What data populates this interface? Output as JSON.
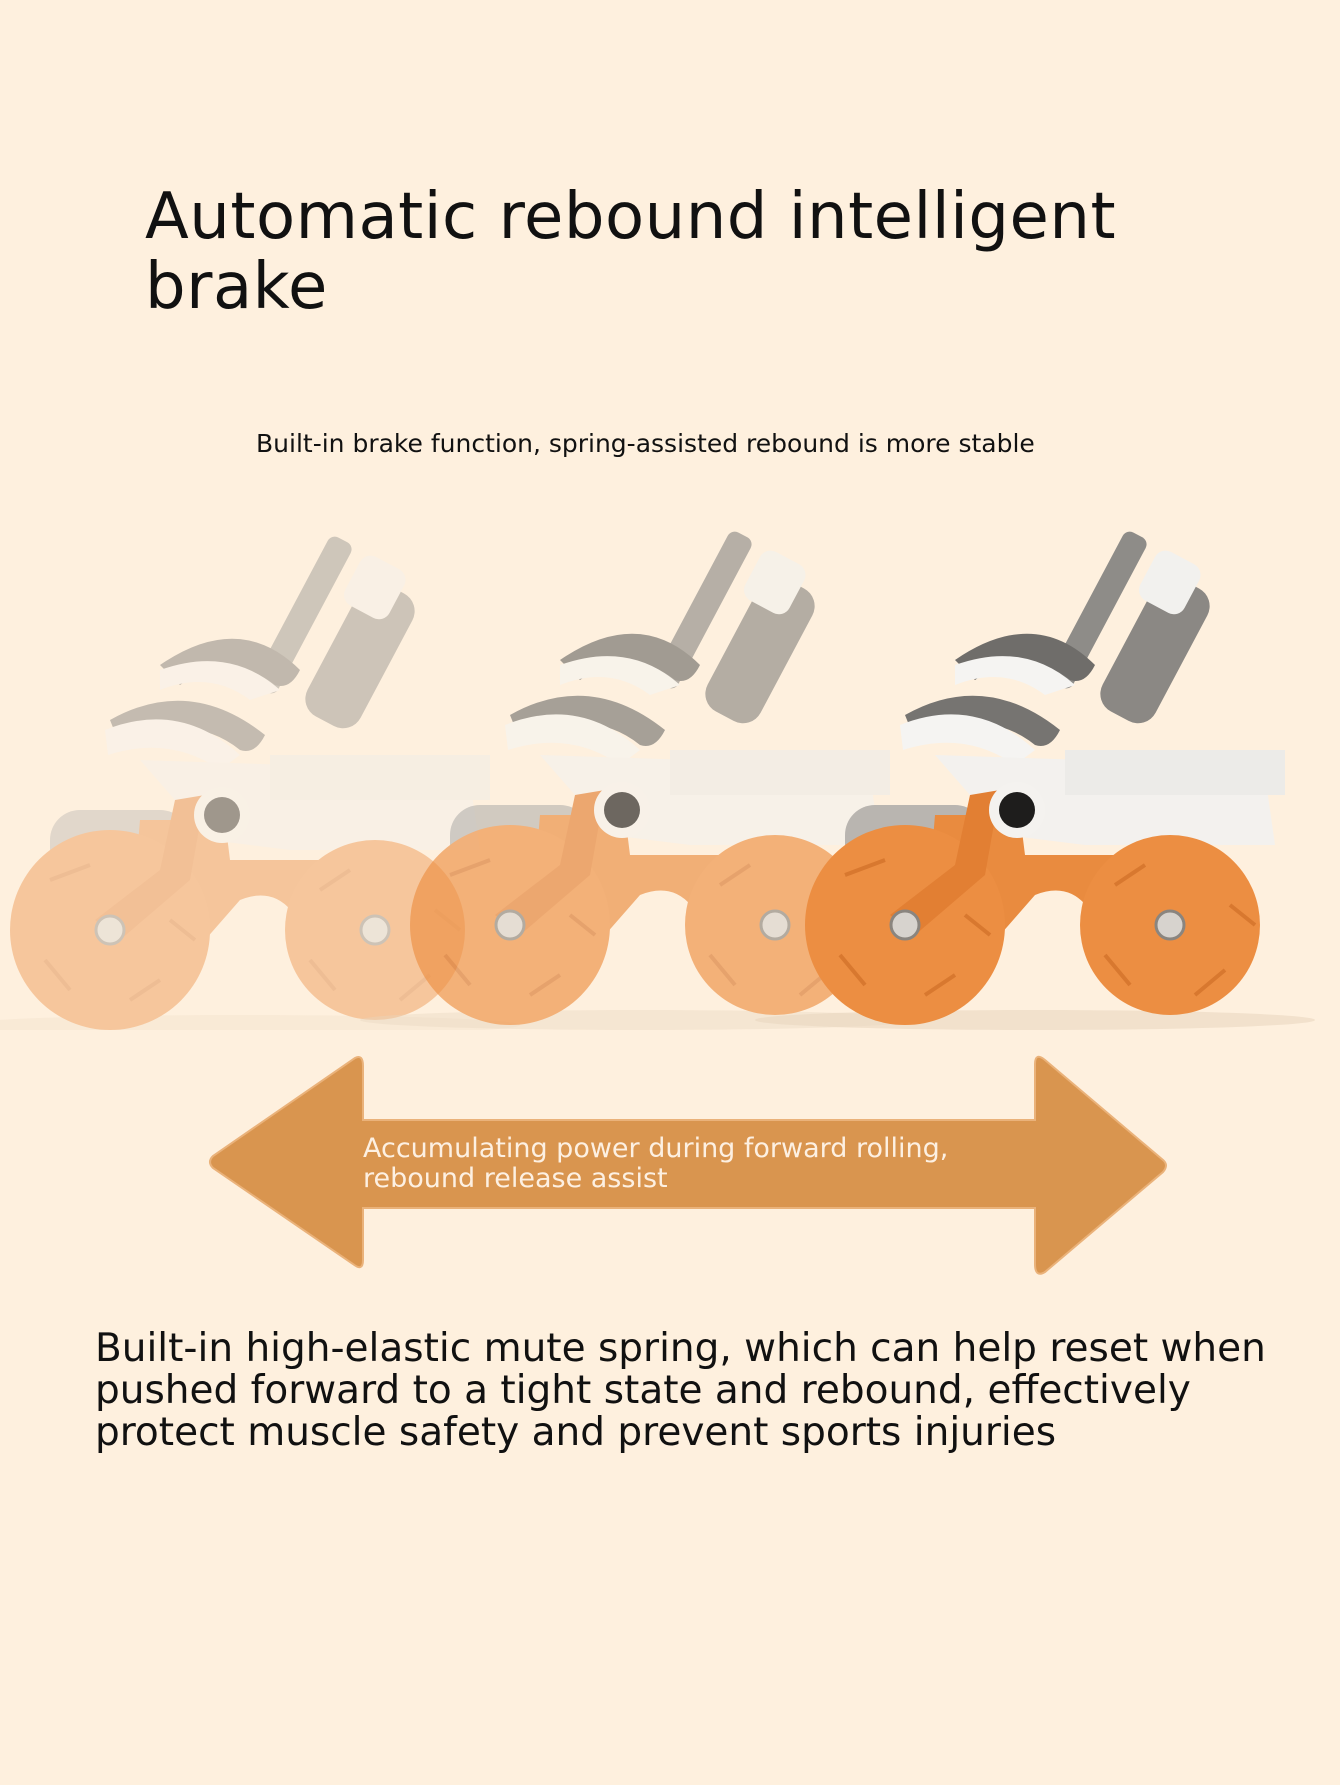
{
  "header": {
    "title": "Automatic rebound intelligent brake",
    "subtitle": "Built-in brake function, spring-assisted rebound is more stable"
  },
  "product_illustration": {
    "description": "Three ab-roller positions showing rolling motion (faded to solid)",
    "frames": [
      {
        "opacity": 0.45,
        "label": "frame-1"
      },
      {
        "opacity": 0.7,
        "label": "frame-2"
      },
      {
        "opacity": 1.0,
        "label": "frame-3"
      }
    ],
    "wheel_color": "#e98b3f",
    "frame_color": "#f4f2ef",
    "pad_color": "#7d7b78"
  },
  "arrow": {
    "label": "Accumulating power during forward rolling, rebound release assist",
    "color": "#d9954f",
    "text_color": "#fdf0e2"
  },
  "description": {
    "text": "Built-in high-elastic mute spring, which can help reset when pushed forward to a tight state and rebound, effectively protect muscle safety and prevent sports injuries"
  },
  "colors": {
    "background": "#fef0de",
    "text": "#111111"
  }
}
